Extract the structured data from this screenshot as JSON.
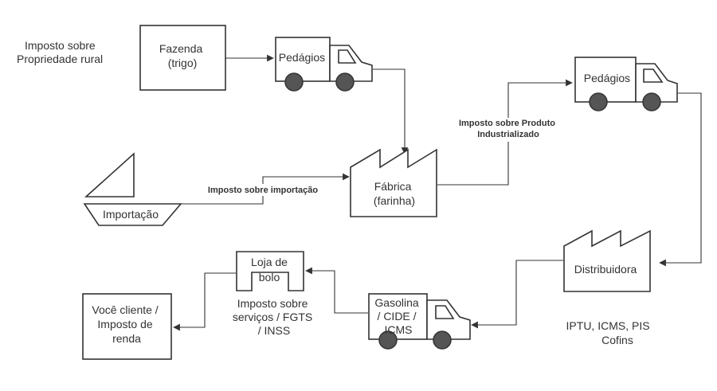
{
  "annotations": {
    "rural_tax": [
      "Imposto sobre",
      "Propriedade rural"
    ],
    "distributor_taxes": [
      "IPTU, ICMS, PIS",
      "Cofins"
    ],
    "bakery_taxes": [
      "Imposto sobre",
      "serviços / FGTS",
      "/ INSS"
    ]
  },
  "nodes": {
    "farm": [
      "Fazenda",
      "(trigo)"
    ],
    "truck_tolls_1": "Pedágios",
    "truck_tolls_2": "Pedágios",
    "factory": [
      "Fábrica",
      "(farinha)"
    ],
    "ship": "Importação",
    "distributor": "Distribuidora",
    "truck_fuel": [
      "Gasolina",
      "/ CIDE /",
      "ICMS"
    ],
    "bakery": [
      "Loja de",
      "bolo"
    ],
    "customer": [
      "Você cliente /",
      "Imposto de",
      "renda"
    ]
  },
  "edges": {
    "import_tax": "Imposto sobre importação",
    "ipi": [
      "Imposto sobre Produto",
      "Industrializado"
    ]
  },
  "colors": {
    "stroke": "#333333",
    "wheel": "#555555",
    "background": "#ffffff"
  }
}
